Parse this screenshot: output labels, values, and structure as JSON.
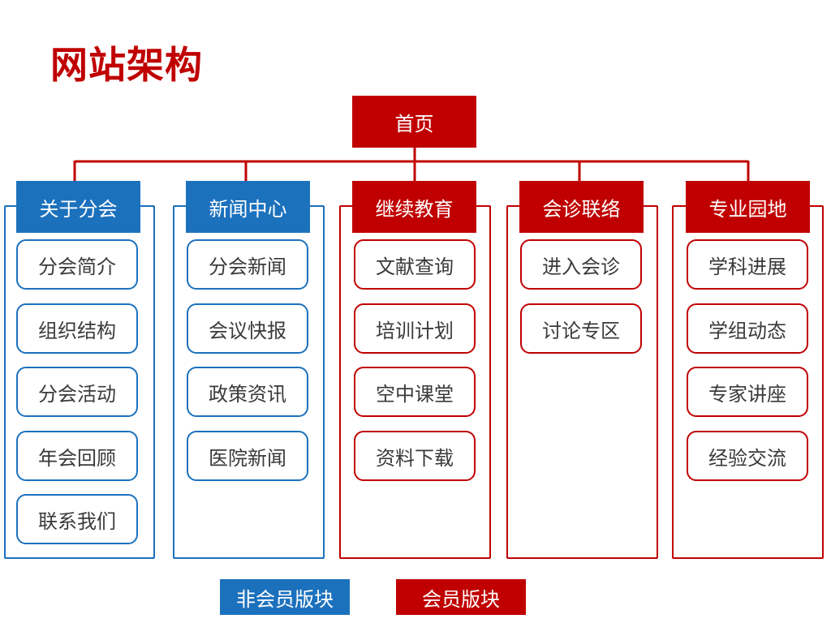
{
  "title": "网站架构",
  "colors": {
    "non_member": "#1c71bd",
    "member": "#c00000"
  },
  "root": "首页",
  "sections": [
    {
      "label": "关于分会",
      "type": "non_member",
      "items": [
        "分会简介",
        "组织结构",
        "分会活动",
        "年会回顾",
        "联系我们"
      ]
    },
    {
      "label": "新闻中心",
      "type": "non_member",
      "items": [
        "分会新闻",
        "会议快报",
        "政策资讯",
        "医院新闻"
      ]
    },
    {
      "label": "继续教育",
      "type": "member",
      "items": [
        "文献查询",
        "培训计划",
        "空中课堂",
        "资料下载"
      ]
    },
    {
      "label": "会诊联络",
      "type": "member",
      "items": [
        "进入会诊",
        "讨论专区"
      ]
    },
    {
      "label": "专业园地",
      "type": "member",
      "items": [
        "学科进展",
        "学组动态",
        "专家讲座",
        "经验交流"
      ]
    }
  ],
  "legend": {
    "non_member": "非会员版块",
    "member": "会员版块"
  }
}
